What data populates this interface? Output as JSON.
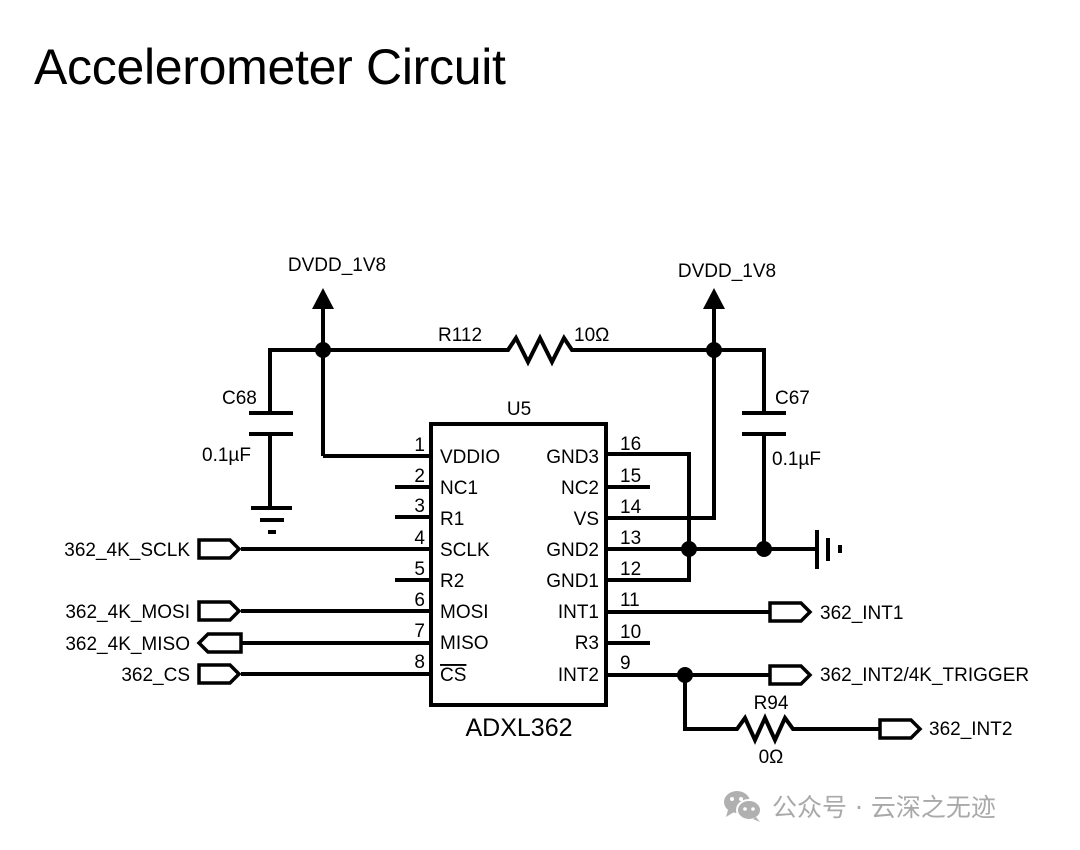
{
  "title": "Accelerometer Circuit",
  "chip": {
    "ref": "U5",
    "part": "ADXL362",
    "left_pins": [
      {
        "num": "1",
        "name": "VDDIO"
      },
      {
        "num": "2",
        "name": "NC1"
      },
      {
        "num": "3",
        "name": "R1"
      },
      {
        "num": "4",
        "name": "SCLK"
      },
      {
        "num": "5",
        "name": "R2"
      },
      {
        "num": "6",
        "name": "MOSI"
      },
      {
        "num": "7",
        "name": "MISO"
      },
      {
        "num": "8",
        "name": "CS"
      }
    ],
    "right_pins": [
      {
        "num": "16",
        "name": "GND3"
      },
      {
        "num": "15",
        "name": "NC2"
      },
      {
        "num": "14",
        "name": "VS"
      },
      {
        "num": "13",
        "name": "GND2"
      },
      {
        "num": "12",
        "name": "GND1"
      },
      {
        "num": "11",
        "name": "INT1"
      },
      {
        "num": "10",
        "name": "R3"
      },
      {
        "num": "9",
        "name": "INT2"
      }
    ]
  },
  "power": {
    "left_rail": "DVDD_1V8",
    "right_rail": "DVDD_1V8"
  },
  "components": {
    "r112": {
      "ref": "R112",
      "value": "10Ω"
    },
    "c68": {
      "ref": "C68",
      "value": "0.1µF"
    },
    "c67": {
      "ref": "C67",
      "value": "0.1µF"
    },
    "r94": {
      "ref": "R94",
      "value": "0Ω"
    }
  },
  "ports": {
    "sclk": "362_4K_SCLK",
    "mosi": "362_4K_MOSI",
    "miso": "362_4K_MISO",
    "cs": "362_CS",
    "int1": "362_INT1",
    "int2_trigger": "362_INT2/4K_TRIGGER",
    "int2": "362_INT2"
  },
  "watermark": {
    "icon": "wechat-icon",
    "text": "公众号 · 云深之无迹"
  }
}
